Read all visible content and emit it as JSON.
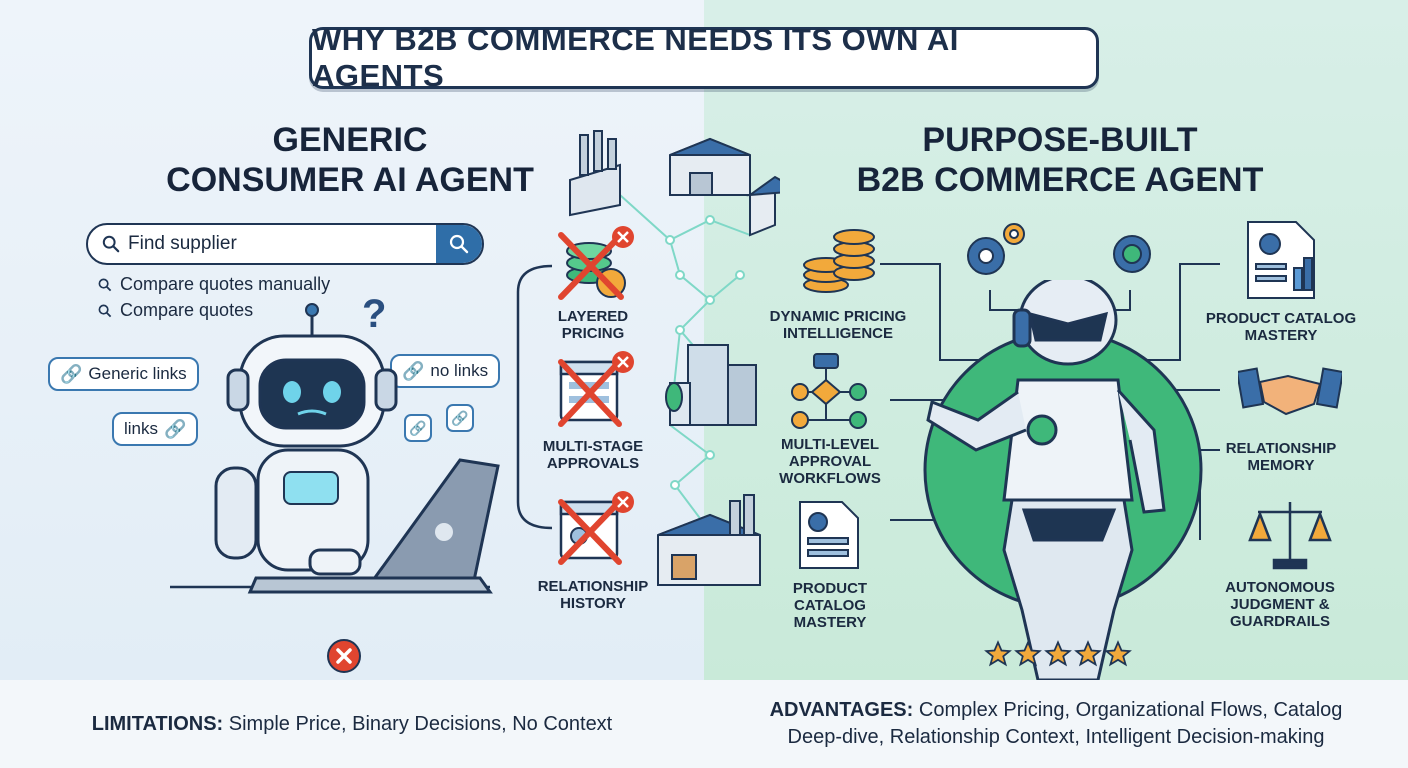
{
  "title": "WHY B2B COMMERCE NEEDS ITS OWN AI AGENTS",
  "left": {
    "heading_line1": "GENERIC",
    "heading_line2": "CONSUMER AI AGENT",
    "search_text": "Find supplier",
    "suggestions": [
      "Compare quotes manually",
      "Compare quotes"
    ],
    "bubbles": [
      "Generic links",
      "no links",
      "links"
    ],
    "question_mark": "?",
    "missing": [
      {
        "line1": "LAYERED",
        "line2": "PRICING"
      },
      {
        "line1": "MULTI-STAGE",
        "line2": "APPROVALS"
      },
      {
        "line1": "RELATIONSHIP",
        "line2": "HISTORY"
      }
    ]
  },
  "right": {
    "heading_line1": "PURPOSE-BUILT",
    "heading_line2": "B2B COMMERCE AGENT",
    "features": [
      {
        "lines": [
          "DYNAMIC PRICING",
          "INTELLIGENCE"
        ]
      },
      {
        "lines": [
          "MULTI-LEVEL",
          "APPROVAL",
          "WORKFLOWS"
        ]
      },
      {
        "lines": [
          "PRODUCT",
          "CATALOG",
          "MASTERY"
        ]
      },
      {
        "lines": [
          "PRODUCT CATALOG",
          "MASTERY"
        ]
      },
      {
        "lines": [
          "RELATIONSHIP",
          "MEMORY"
        ]
      },
      {
        "lines": [
          "AUTONOMOUS",
          "JUDGMENT &",
          "GUARDRAILS"
        ]
      }
    ],
    "rating_stars": 5
  },
  "footer": {
    "limitations_label": "LIMITATIONS:",
    "limitations_text": "Simple Price, Binary Decisions, No Context",
    "advantages_label": "ADVANTAGES:",
    "advantages_line1": "Complex Pricing, Organizational Flows, Catalog",
    "advantages_line2": "Deep-dive, Relationship Context, Intelligent Decision-making"
  },
  "colors": {
    "navy": "#1f3554",
    "accent_blue": "#2f6ea8",
    "error_red": "#e0452f",
    "success_green": "#3fb87a",
    "star_gold": "#f2a93b"
  }
}
